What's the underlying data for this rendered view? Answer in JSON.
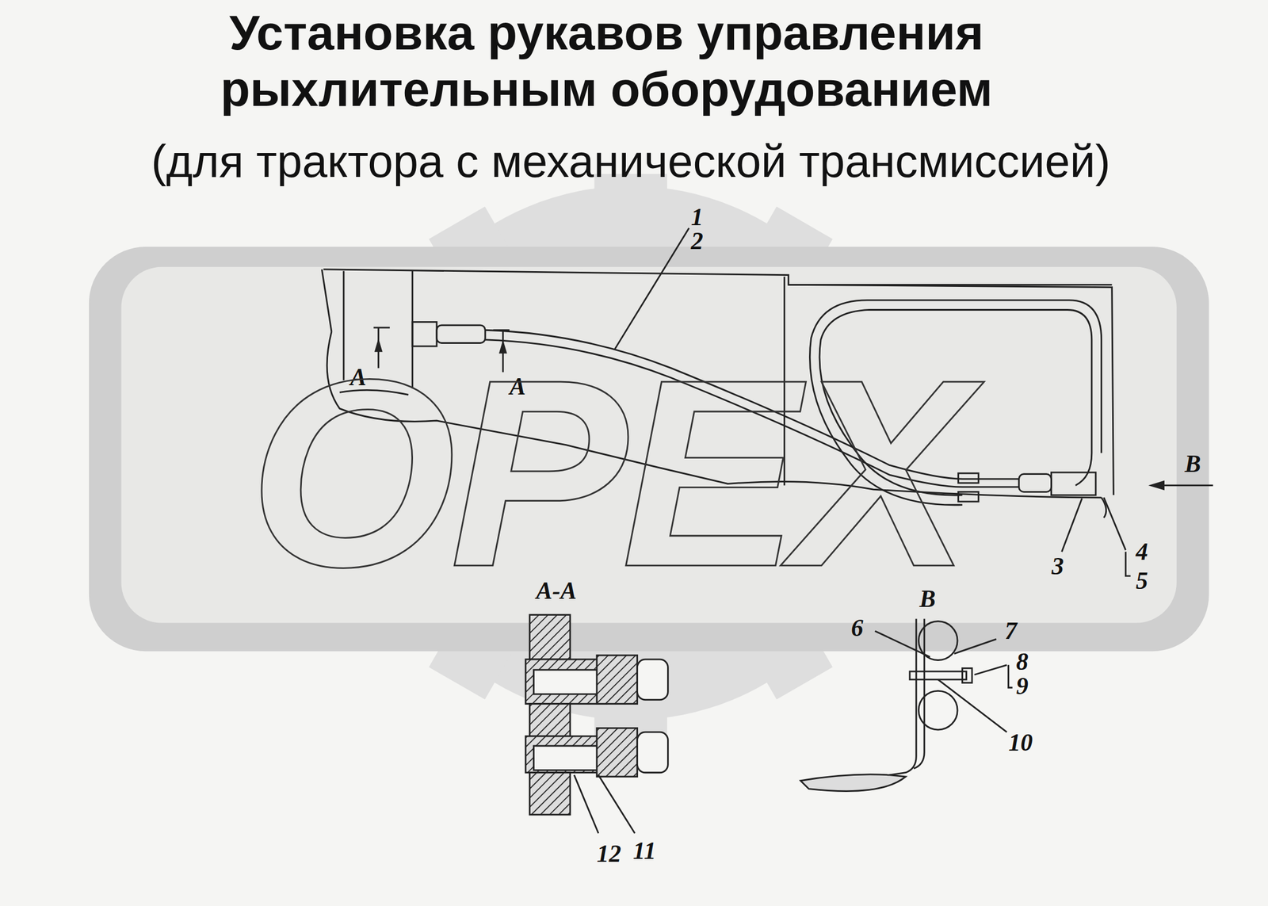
{
  "diagram": {
    "title": "Установка рукавов управления рыхлительным оборудованием",
    "caption": "(для трактора с механической трансмиссией)",
    "labels": [
      "1",
      "2",
      "A",
      "A",
      "OPEX",
      "B",
      "3",
      "4",
      "5",
      "A-A",
      "B",
      "6",
      "7",
      "8",
      "9",
      "10",
      "12",
      "11"
    ]
  }
}
